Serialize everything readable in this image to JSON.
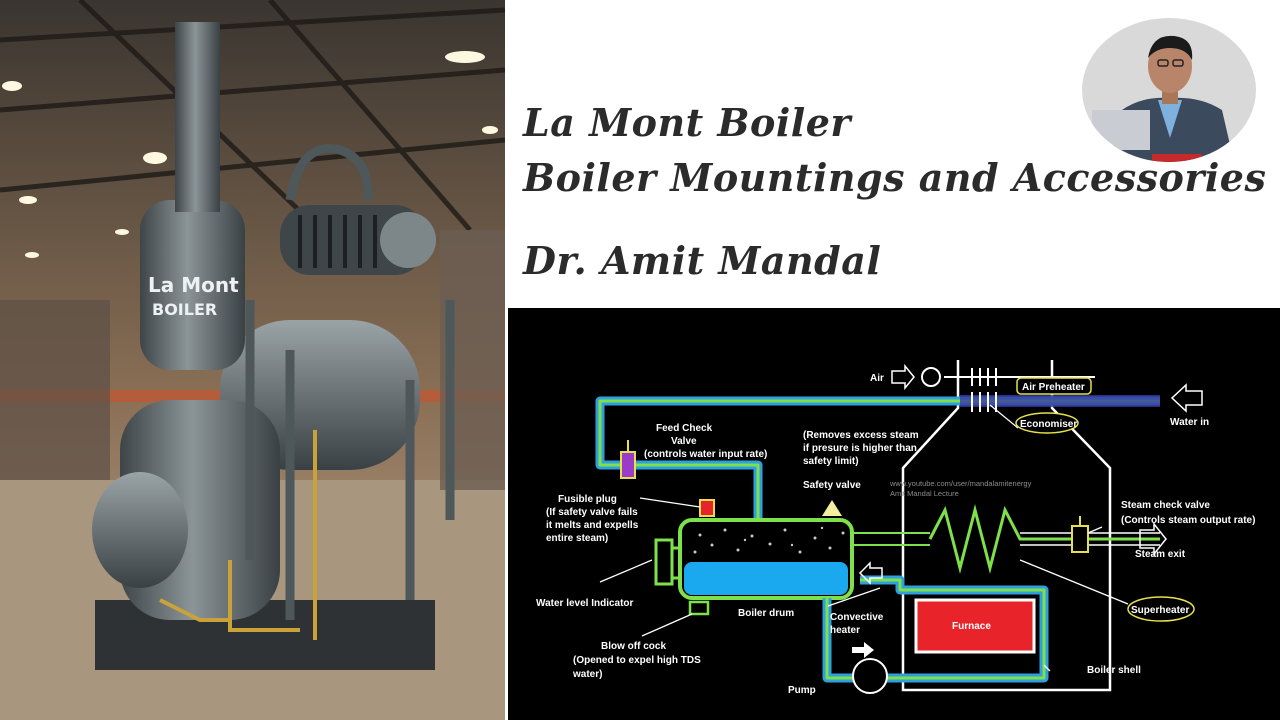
{
  "photo": {
    "boiler_label_line1": "La Mont",
    "boiler_label_line2": "BOILER"
  },
  "titles": {
    "line1": "La Mont Boiler",
    "line2": "Boiler Mountings and Accessories",
    "author": "Dr. Amit Mandal"
  },
  "diagram": {
    "air": "Air",
    "air_preheater": "Air Preheater",
    "water_in": "Water in",
    "economiser": "Economiser",
    "feed_check_valve_1": "Feed Check",
    "feed_check_valve_2": "Valve",
    "feed_check_valve_3": "(controls water input rate)",
    "removes_1": "(Removes excess steam",
    "removes_2": "if presure is higher than",
    "removes_3": "safety limit)",
    "safety_valve": "Safety valve",
    "watermark_1": "www.youtube.com/user/mandalamitenergy",
    "watermark_2": "Amit Mandal Lecture",
    "fusible_plug_1": "Fusible plug",
    "fusible_plug_2": "(If safety valve fails",
    "fusible_plug_3": "it melts and expells",
    "fusible_plug_4": "entire steam)",
    "steam_check_valve_1": "Steam check valve",
    "steam_check_valve_2": "(Controls steam output rate)",
    "steam_exit": "Steam exit",
    "water_level_indicator": "Water level Indicator",
    "boiler_drum": "Boiler drum",
    "convective_heater_1": "Convective",
    "convective_heater_2": "heater",
    "furnace": "Furnace",
    "superheater": "Superheater",
    "blow_off_cock_1": "Blow off cock",
    "blow_off_cock_2": "(Opened to expel high TDS",
    "blow_off_cock_3": "water)",
    "boiler_shell": "Boiler shell",
    "pump": "Pump"
  },
  "colors": {
    "pipe_outer": "#2f9fe0",
    "pipe_inner": "#7ee04a",
    "water": "#1aa8ee",
    "furnace": "#e8232a",
    "label_outline": "#e6e14a"
  }
}
